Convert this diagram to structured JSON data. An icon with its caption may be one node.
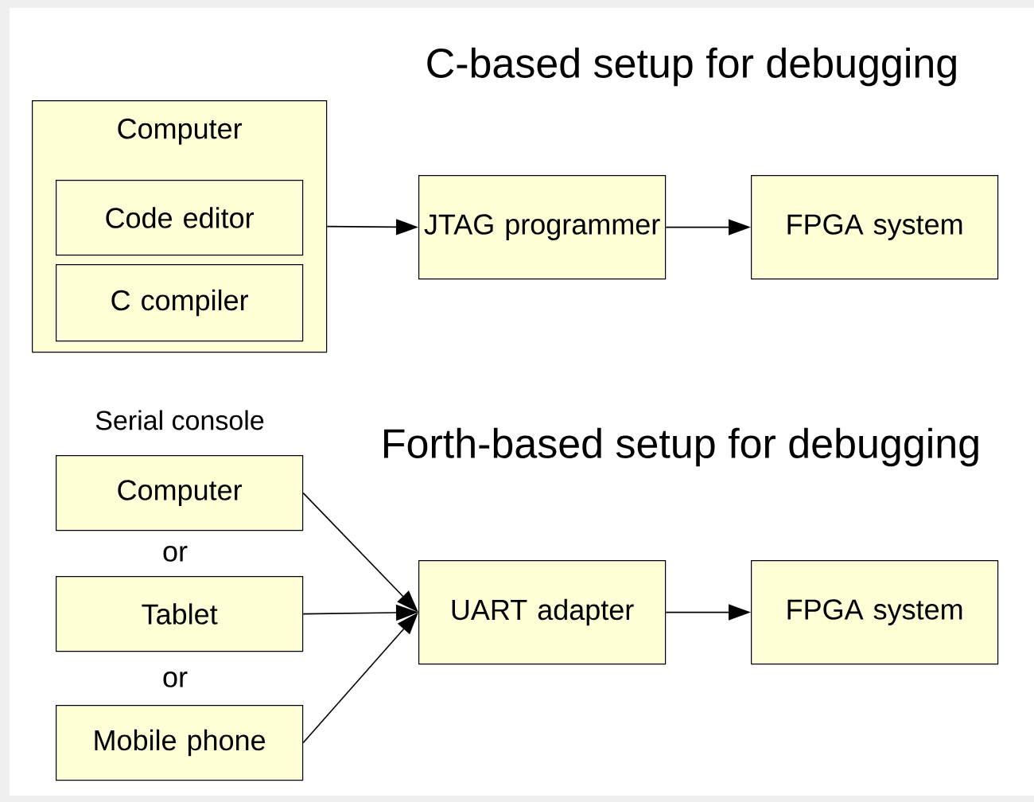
{
  "diagram": {
    "nodes": [
      {
        "text": [
          "Computer"
        ]
      },
      {
        "text": [
          "Code editor"
        ],
        "in": 0
      },
      {
        "text": [
          "C compiler"
        ],
        "in": 0
      },
      {
        "text": [
          "JTAG programmer"
        ]
      },
      {
        "text": [
          "FPGA system"
        ]
      },
      {
        "text": [
          "Computer"
        ]
      },
      {
        "text": [
          "Tablet"
        ]
      },
      {
        "text": [
          "Mobile phone"
        ]
      },
      {
        "text": [
          "UART adapter"
        ]
      },
      {
        "text": [
          "FPGA system"
        ]
      }
    ],
    "edges": [
      {
        "from": 0,
        "to": 3,
        "arrow": "to"
      },
      {
        "from": 3,
        "to": 4,
        "arrow": "to"
      },
      {
        "from": 5,
        "to": 8,
        "arrow": "to"
      },
      {
        "from": 6,
        "to": 8,
        "arrow": "to"
      },
      {
        "from": 7,
        "to": 8,
        "arrow": "to"
      },
      {
        "from": 8,
        "to": 9,
        "arrow": "to"
      }
    ],
    "labels": [
      "C-based setup for debugging",
      "Serial console",
      "Forth-based setup for debugging",
      "or",
      "or"
    ]
  }
}
